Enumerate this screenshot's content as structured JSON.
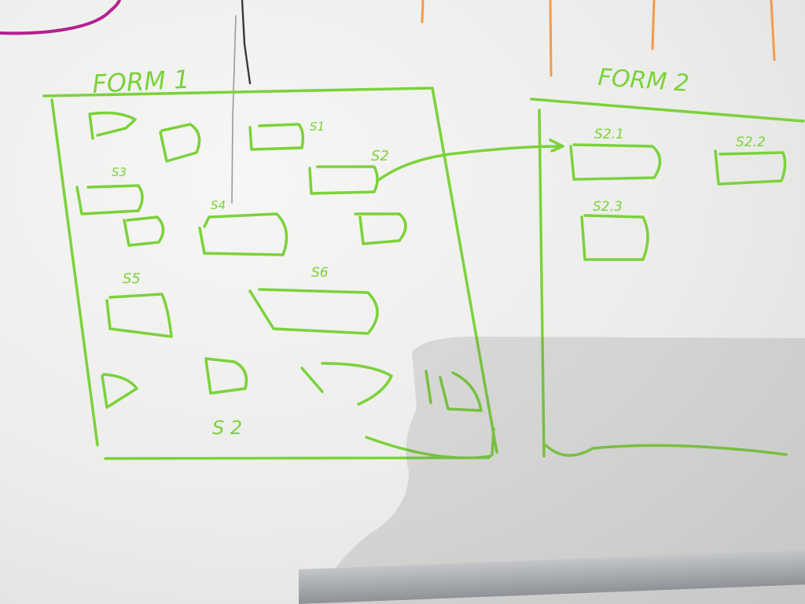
{
  "whiteboard": {
    "form1": {
      "title": "FORM 1",
      "labels": {
        "s1": "S1",
        "s2": "S2",
        "s3": "S3",
        "s4": "S4",
        "s5": "S5",
        "s6": "S6",
        "s2_bottom": "S 2"
      }
    },
    "form2": {
      "title": "FORM 2",
      "labels": {
        "s2_1": "S2.1",
        "s2_2": "S2.2",
        "s2_3": "S2.3"
      }
    },
    "colors": {
      "board": "#eeeeec",
      "green_marker": "#7bd23a",
      "magenta_marker": "#b5208f",
      "orange_marker": "#f39a4a",
      "black_marker": "#333333"
    }
  }
}
